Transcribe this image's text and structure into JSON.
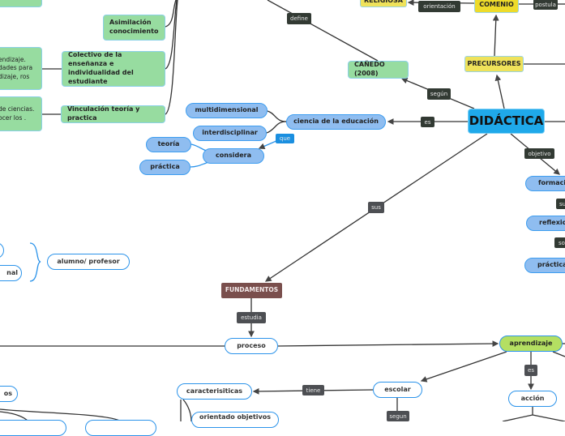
{
  "nodes": {
    "asimilacion": "Asimilación conocimiento",
    "colectivo": "Colectivo de la enseñanza e individualidad del estudiante",
    "aprendizaje_partial": "endizaje. dades para dizaje, ros",
    "vinculacion": "Vinculación teoría y practica",
    "ciencias_partial": "de ciencias. ocer los .",
    "religiosa": "RELIGIOSA",
    "comenio": "COMENIO",
    "canedo": "CAÑEDO (2008)",
    "precursores": "PRECURSORES",
    "didactica": "DIDÁCTICA",
    "ciencia_educacion": "ciencia de la educación",
    "multidimensional": "multidimensional",
    "interdisciplinar": "interdisciplinar",
    "teoria": "teoría",
    "considera": "considera",
    "practica": "práctica",
    "formacion": "formación",
    "reflexion": "reflexion",
    "practica2": "práctica",
    "fundamentos": "FUNDAMENTOS",
    "proceso": "proceso",
    "aprendizaje": "aprendizaje",
    "accion": "acción",
    "escolar": "escolar",
    "caracteristicas": "caracterisiticas",
    "orientado": "orientado objetivos",
    "alumno_profesor": "alumno/ profesor",
    "nal_partial": "nal",
    "os_partial": "os"
  },
  "labels": {
    "define": "define",
    "orientacion": "orientación",
    "postula": "postula",
    "segun": "según",
    "es": "es",
    "que": "que",
    "objetivo": "objetivo",
    "su": "su",
    "so": "so",
    "sus": "sus",
    "estudia": "estudia",
    "es2": "es",
    "segun2": "segun",
    "tiene": "tiene"
  },
  "colors": {
    "didactica": "#1fa9ea",
    "fundamentos": "#7a4f4d",
    "aprendizaje": "#b4df62",
    "green": "#97dca0",
    "yellow": "#efe25a",
    "blue": "#8fbdf0"
  }
}
